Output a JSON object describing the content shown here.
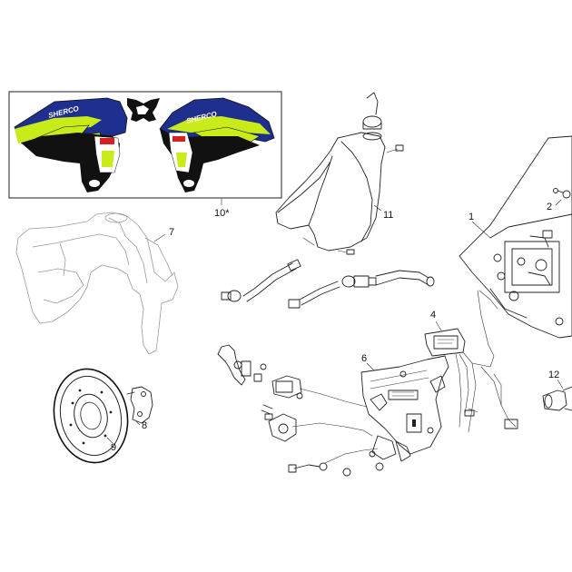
{
  "labels": {
    "p1": "1",
    "p2": "2",
    "p4": "4",
    "p6": "6",
    "p7": "7",
    "p8": "8",
    "p9": "9",
    "p10": "10*",
    "p11": "11",
    "p12": "12"
  },
  "decal": {
    "brand_text": "SHERCO"
  },
  "colors": {
    "decal_blue": "#1f2f8f",
    "decal_yellow": "#c8ec1a",
    "decal_black": "#111111",
    "decal_red": "#d81e1e",
    "line": "#222222",
    "ghost": "#9a9a9a"
  }
}
